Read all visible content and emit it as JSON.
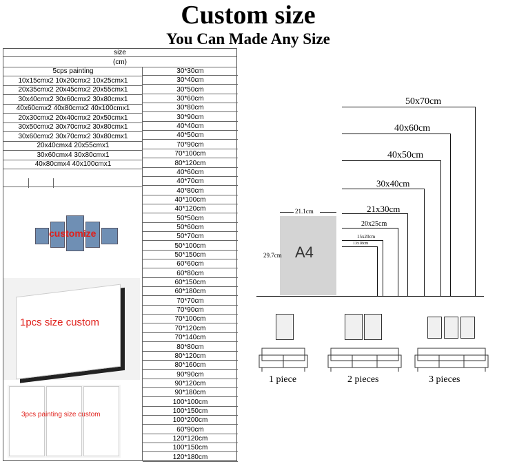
{
  "header": {
    "title": "Custom size",
    "subtitle": "You Can Made Any Size"
  },
  "table": {
    "head1": "size",
    "head2": "(cm)",
    "left_rows": [
      "5cps painting",
      "10x15cmx2 10x20cmx2 10x25cmx1",
      "20x35cmx2 20x45cmx2 20x55cmx1",
      "30x40cmx2 30x60cmx2 30x80cmx1",
      "40x60cmx2 40x80cmx2 40x100cmx1",
      "20x30cmx2 20x40cmx2 20x50cmx1",
      "30x50cmx2 30x70cmx2 30x80cmx1",
      "30x60cmx2 30x70cmx2 30x80cmx1",
      "20x40cmx4 20x55cmx1",
      "30x60cmx4 30x80cmx1",
      "40x80cmx4 40x100cmx1"
    ],
    "right_rows": [
      "30*30cm",
      "30*40cm",
      "30*50cm",
      "30*60cm",
      "30*80cm",
      "30*90cm",
      "40*40cm",
      "40*50cm",
      "70*90cm",
      "70*100cm",
      "80*120cm",
      "40*60cm",
      "40*70cm",
      "40*80cm",
      "40*100cm",
      "40*120cm",
      "50*50cm",
      "50*60cm",
      "50*70cm",
      "50*100cm",
      "50*150cm",
      "60*60cm",
      "60*80cm",
      "60*150cm",
      "60*180cm",
      "70*70cm",
      "70*90cm",
      "70*100cm",
      "70*120cm",
      "70*140cm",
      "80*80cm",
      "80*120cm",
      "80*160cm",
      "90*90cm",
      "90*120cm",
      "90*180cm",
      "100*100cm",
      "100*150cm",
      "100*200cm",
      "60*90cm",
      "120*120cm",
      "100*150cm",
      "120*180cm"
    ]
  },
  "samples": {
    "five": "customize",
    "one": "1pcs size custom",
    "three": "3pcs painting size custom"
  },
  "size_chart": {
    "frames": [
      "50x70cm",
      "40x60cm",
      "40x50cm",
      "30x40cm",
      "21x30cm",
      "20x25cm",
      "15x20cm",
      "13x18cm"
    ],
    "a4_label": "A4",
    "a4_width": "21.1cm",
    "a4_height": "29.7cm"
  },
  "pieces": {
    "one": "1 piece",
    "two": "2 pieces",
    "three": "3 pieces"
  },
  "colors": {
    "panel_blue": "#6f8fb4",
    "red_text": "#e0201b",
    "a4_gray": "#d4d4d4"
  }
}
